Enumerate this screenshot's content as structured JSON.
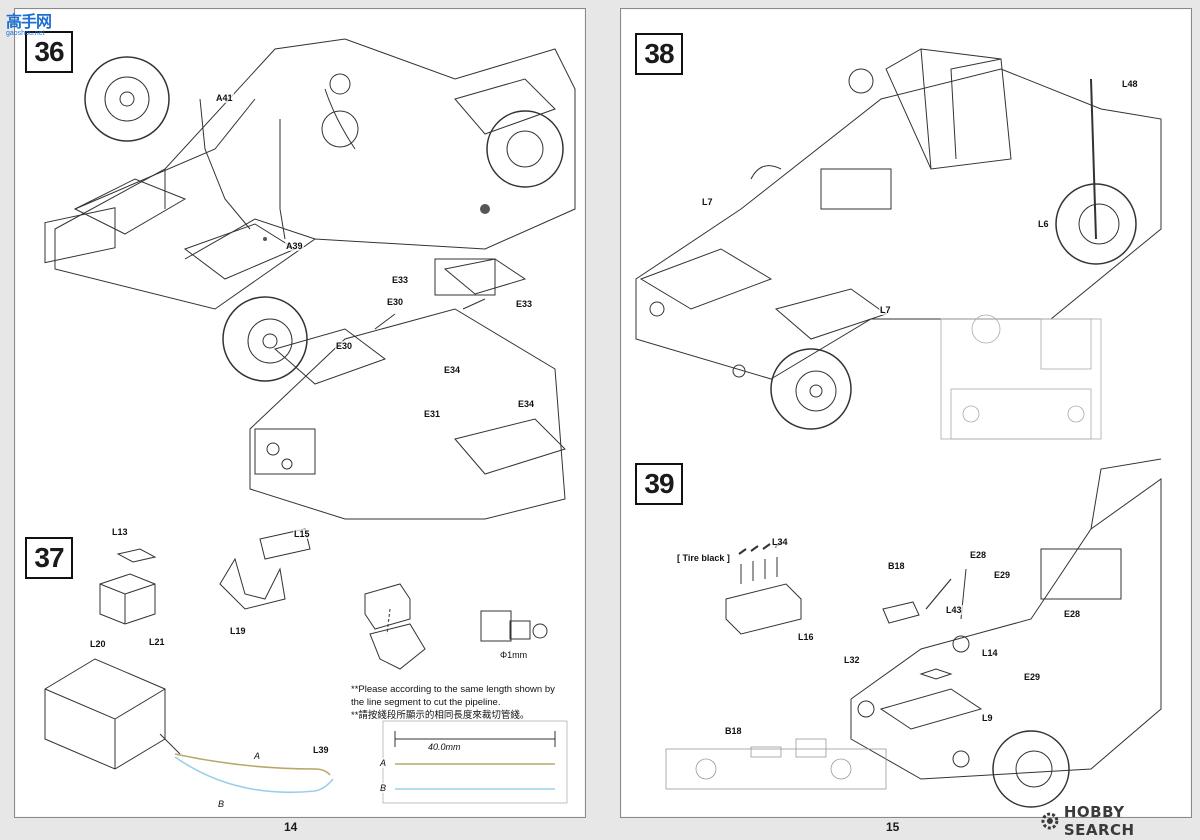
{
  "logo": {
    "mark": "高手网",
    "url_text": "gaoshou.net"
  },
  "watermark": {
    "text": "HOBBY SEARCH",
    "icon": "gear-icon"
  },
  "pages": {
    "left_number": "14",
    "right_number": "15"
  },
  "steps": {
    "s36": {
      "number": "36",
      "labels": [
        "A41",
        "A39",
        "E33",
        "E30",
        "E33",
        "E30",
        "E34",
        "E31",
        "E34"
      ]
    },
    "s37": {
      "number": "37",
      "labels": [
        "L13",
        "L15",
        "L20",
        "L21",
        "L19",
        "L39"
      ],
      "diameter": "Φ1mm",
      "wire_a": "A",
      "wire_b": "B",
      "note_en": "**Please according to the same length shown by the line segment to cut the pipeline.",
      "note_zh": "**請按綫段所顯示的相同長度來裁切管綫。",
      "measure": "40.0mm",
      "measure_a": "A",
      "measure_b": "B"
    },
    "s38": {
      "number": "38",
      "labels": [
        "L48",
        "L7",
        "L6",
        "L7"
      ]
    },
    "s39": {
      "number": "39",
      "tire_black": "[ Tire black ]",
      "labels": [
        "L34",
        "B18",
        "E28",
        "E29",
        "L43",
        "E28",
        "L32",
        "L14",
        "L16",
        "E29",
        "L9",
        "B18"
      ]
    }
  },
  "colors": {
    "wire_a": "#b8a86a",
    "wire_b": "#9ad0e6",
    "logo_blue": "#1f6fd1",
    "logo_red": "#e23c2a"
  }
}
